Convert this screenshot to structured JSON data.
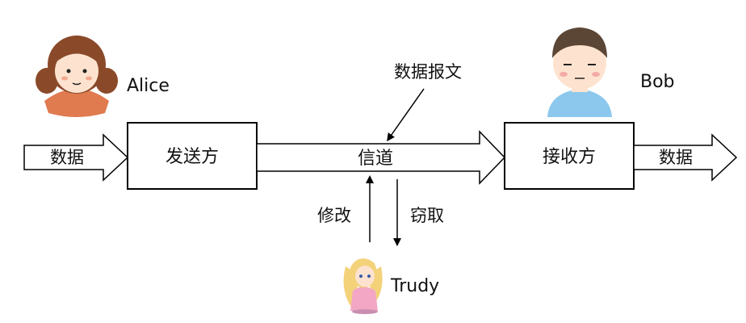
{
  "labels": {
    "alice": "Alice",
    "bob": "Bob",
    "trudy": "Trudy",
    "sender": "发送方",
    "receiver": "接收方",
    "channel": "信道",
    "data_in": "数据",
    "data_out": "数据",
    "datagram": "数据报文",
    "modify": "修改",
    "eavesdrop": "窃取"
  },
  "colors": {
    "stroke": "#000000",
    "alice_hair": "#8a4a2a",
    "alice_dress": "#e07a4f",
    "bob_hair": "#5b4636",
    "bob_shirt": "#8cc8ee",
    "trudy_hair": "#f3d27a",
    "trudy_dress": "#f3a7c4",
    "skin": "#fde3cf"
  }
}
